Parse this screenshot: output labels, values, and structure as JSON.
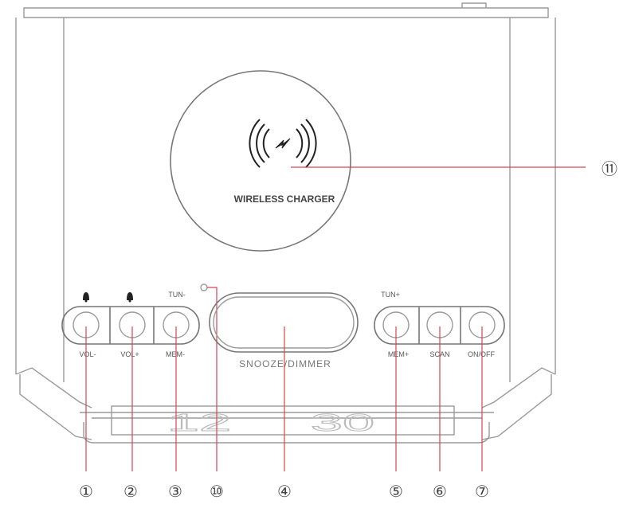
{
  "charger": {
    "label": "WIRELESS CHARGER",
    "icon": "wireless-charging-icon",
    "callout": "⑪"
  },
  "left_buttons": {
    "top_labels": [
      "",
      "",
      "TUN-"
    ],
    "top_icons": [
      "bell-icon",
      "bell-icon",
      ""
    ],
    "bottom_labels": [
      "VOL-",
      "VOL+",
      "MEM-"
    ],
    "callouts": [
      "①",
      "②",
      "③"
    ]
  },
  "led": {
    "callout": "⑩"
  },
  "snooze": {
    "label": "SNOOZE/DIMMER",
    "callout": "④"
  },
  "right_buttons": {
    "top_labels": [
      "TUN+",
      "",
      ""
    ],
    "bottom_labels": [
      "MEM+",
      "SCAN",
      "ON/OFF"
    ],
    "callouts": [
      "⑤",
      "⑥",
      "⑦"
    ]
  },
  "display": {
    "time_hours": "12",
    "time_minutes": "30"
  },
  "colors": {
    "callout_line": "#d9434f",
    "outline": "#9a9a9a"
  }
}
